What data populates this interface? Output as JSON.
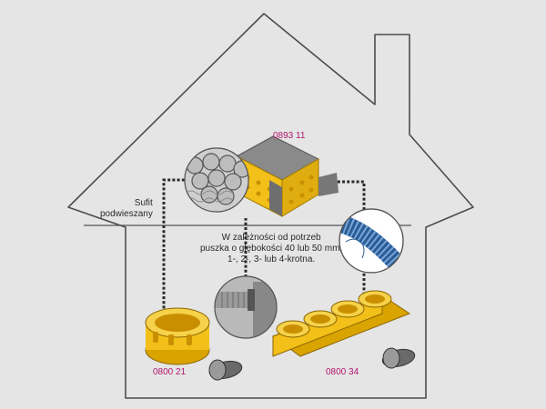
{
  "labels": {
    "ceiling_line1": "Sufit",
    "ceiling_line2": "podwieszany",
    "note_line1": "W zależności od potrzeb",
    "note_line2": "puszka o głębokości 40 lub 50 mm,",
    "note_line3": "1-, 2-, 3- lub 4-krotna.",
    "code_junction_box": "0893 11",
    "code_single_box": "0800 21",
    "code_multi_box": "0800 34"
  },
  "icons": {
    "ceiling_box": "junction-box-icon",
    "conduit": "blue-conduit-icon",
    "single_box": "flush-box-single-icon",
    "multi_box": "flush-box-quad-icon"
  },
  "colors": {
    "background": "#e5e5e5",
    "house_outline": "#4d4d4d",
    "box_yellow": "#f2c019",
    "conduit_blue": "#2a5c96",
    "code_magenta": "#b0156e"
  }
}
